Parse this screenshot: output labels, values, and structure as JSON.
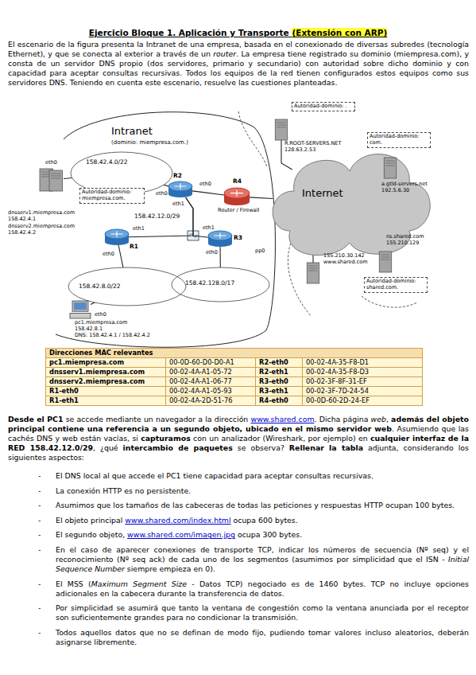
{
  "diagram": {
    "title": "Ejercicio Bloque 1. Aplicación y Transporte",
    "nodes": [
      {
        "text": [
          "Intranet",
          "(dominio: miempresa.com.)"
        ]
      },
      {
        "text": [
          "158.42.4.0/22"
        ],
        "in": 0
      },
      {
        "text": [
          "158.42.8.0/22"
        ],
        "in": 0
      },
      {
        "text": [
          "158.42.128.0/17"
        ],
        "in": 0
      },
      {
        "text": [
          "R2"
        ],
        "in": 0
      },
      {
        "text": [
          "R1"
        ],
        "in": 0
      },
      {
        "text": [
          "R3"
        ],
        "in": 0
      },
      {
        "text": [
          "R4",
          "Router / Firewall"
        ],
        "in": 0
      },
      {
        "text": [
          "Internet"
        ]
      },
      {
        "text": [
          "Autoridad-dominio: .",
          "R.ROOT-SERVERS.NET 128.63.2.53"
        ]
      },
      {
        "text": [
          "Autoridad-dominio: com.",
          "a.gtld-servers.net 192.5.6.30"
        ]
      },
      {
        "text": [
          "ns.shared.com 155.210.129",
          "Autoridad-dominio: shared.com."
        ]
      },
      {
        "text": [
          "155.210.30.142 www.shared.com"
        ]
      },
      {
        "text": [
          "Autoridad-dominio: miempresa.com.",
          "dnsserv1.miempresa.com 158.42.4.1",
          "dnsserv2.miempresa.com 158.42.4.2"
        ],
        "in": 0
      },
      {
        "text": [
          "pc1.miempresa.com 158.42.8.1",
          "DNS: 158.42.4.1 / 158.42.4.2"
        ],
        "in": 0
      }
    ],
    "edges": [
      {
        "from": 13,
        "to": 1,
        "arrow": "none"
      },
      {
        "from": 4,
        "to": 1,
        "arrow": "none"
      },
      {
        "from": 4,
        "to": 7,
        "arrow": "none"
      },
      {
        "from": 5,
        "to": 4,
        "arrow": "none"
      },
      {
        "from": 6,
        "to": 4,
        "arrow": "none"
      },
      {
        "from": 5,
        "to": 2,
        "arrow": "none"
      },
      {
        "from": 14,
        "to": 2,
        "arrow": "none"
      },
      {
        "from": 6,
        "to": 3,
        "arrow": "none"
      },
      {
        "from": 7,
        "to": 8,
        "arrow": "none"
      },
      {
        "from": 9,
        "to": 8,
        "arrow": "none"
      },
      {
        "from": 10,
        "to": 8,
        "arrow": "none"
      },
      {
        "from": 11,
        "to": 8,
        "arrow": "none"
      },
      {
        "from": 12,
        "to": 8,
        "arrow": "none"
      }
    ],
    "labels": [
      "(Extensión con ARP)",
      "El escenario de la figura presenta la Intranet de una empresa, basada en el conexionado de diversas subredes (tecnología Ethernet), y que se conecta al exterior a través de un ",
      "router",
      ". La empresa tiene registrado su dominio (miempresa.com), y consta de un servidor DNS propio (dos servidores, primario y secundario) con autoridad sobre dicho dominio y con capacidad para aceptar consultas recursivas. Todos los equipos de la red tienen configurados estos equipos como sus servidores DNS. Teniendo en cuenta este escenario, resuelve las cuestiones planteadas.",
      "158.42.12.0/29",
      "eth0",
      "eth0",
      "eth1",
      "eth0",
      "eth1",
      "eth0",
      "eth1",
      "eth0",
      "pp0",
      "eth0",
      "Direcciones MAC relevantes",
      "pc1.miempresa.com",
      "00-0D-60-D0-D0-A1",
      "R2-eth0",
      "00-02-4A-35-F8-D1",
      "dnsserv1.miempresa.com",
      "00-02-4A-A1-05-72",
      "R2-eth1",
      "00-02-4A-35-F8-D3",
      "dnsserv2.miempresa.com",
      "00-02-4A-A1-06-77",
      "R3-eth0",
      "00-02-3F-8F-31-EF",
      "R1-eth0",
      "00-02-4A-A1-05-93",
      "R3-eth1",
      "00-02-3F-7D-24-54",
      "R1-eth1",
      "00-02-4A-2D-51-76",
      "R4-eth0",
      "00-0D-60-2D-24-EF",
      "Desde el PC1",
      " se accede mediante un navegador a la dirección ",
      "www.shared.com",
      ". Dicha página ",
      "web",
      ", ",
      "además del objeto principal contiene una referencia a un segundo objeto, ubicado en el mismo servidor web",
      ". Asumiendo que las cachés DNS y web están vacías, si ",
      "capturamos",
      " con un analizador (Wireshark, por ejemplo) en ",
      "cualquier interfaz de la RED 158.42.12.0/29",
      ", ¿qué ",
      "intercambio de paquetes",
      " se observa? ",
      "Rellenar la tabla",
      " adjunta, considerando los siguientes aspectos:",
      "-",
      "El DNS local al que accede el PC1 tiene capacidad para aceptar consultas recursivas.",
      "-",
      "La conexión HTTP es no persistente.",
      "-",
      "Asumimos que los tamaños de las cabeceras de todas las peticiones y respuestas HTTP ocupan 100 bytes.",
      "-",
      "El objeto principal ",
      "www.shared.com/index.html",
      " ocupa 600 bytes.",
      "-",
      "El segundo objeto, ",
      "www.shared.com/imagen.jpg",
      " ocupa 300 bytes.",
      "-",
      "En el caso de aparecer conexiones de transporte TCP, indicar los números de secuencia (Nº seq) y el reconocimiento (Nº seq ack) de cada uno de los segmentos (asumimos por simplicidad que el ISN - ",
      "Initial Sequence Number",
      " siempre empieza en 0).",
      "-",
      "El MSS (",
      "Maximum Segment Size",
      " - Datos TCP) negociado es de 1460 bytes. TCP no incluye opciones adicionales en la cabecera durante la transferencia de datos.",
      "-",
      "Por simplicidad se asumirá que tanto la ventana de congestión como la ventana anunciada por el receptor son suficientemente grandes para no condicionar la transmisión.",
      "-",
      "Todos aquellos datos que no se definan de modo fijo, pudiendo tomar valores incluso aleatorios, deberán asignarse libremente."
    ]
  }
}
